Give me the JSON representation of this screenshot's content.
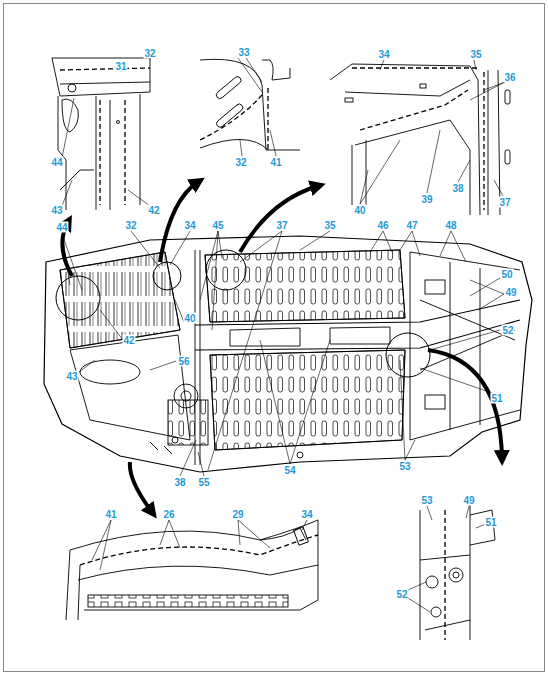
{
  "diagram": {
    "labels": [
      "32",
      "31",
      "44",
      "43",
      "42",
      "33",
      "32",
      "41",
      "34",
      "35",
      "36",
      "40",
      "39",
      "38",
      "37",
      "44",
      "32",
      "34",
      "45",
      "37",
      "35",
      "46",
      "47",
      "48",
      "50",
      "49",
      "52",
      "51",
      "40",
      "42",
      "56",
      "43",
      "38",
      "55",
      "54",
      "53",
      "41",
      "26",
      "29",
      "34",
      "53",
      "49",
      "51",
      "52"
    ]
  }
}
